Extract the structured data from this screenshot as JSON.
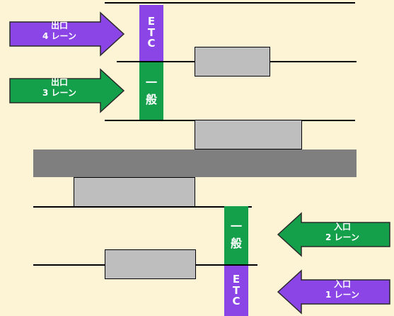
{
  "colors": {
    "background": "#fdf4d6",
    "etc_purple": "#8b44e5",
    "general_green": "#14a04a",
    "island_gray": "#bebebe",
    "median_gray": "#7f7f7f"
  },
  "exit_lanes": {
    "lane4_arrow": {
      "line1": "出口",
      "line2": "4 レーン"
    },
    "lane3_arrow": {
      "line1": "出口",
      "line2": "3 レーン"
    },
    "etc_booth": [
      "E",
      "T",
      "C"
    ],
    "general_booth": [
      "一",
      "般"
    ]
  },
  "entrance_lanes": {
    "lane2_arrow": {
      "line1": "入口",
      "line2": "2 レーン"
    },
    "lane1_arrow": {
      "line1": "入口",
      "line2": "1 レーン"
    },
    "general_booth": [
      "一",
      "般"
    ],
    "etc_booth": [
      "E",
      "T",
      "C"
    ]
  }
}
